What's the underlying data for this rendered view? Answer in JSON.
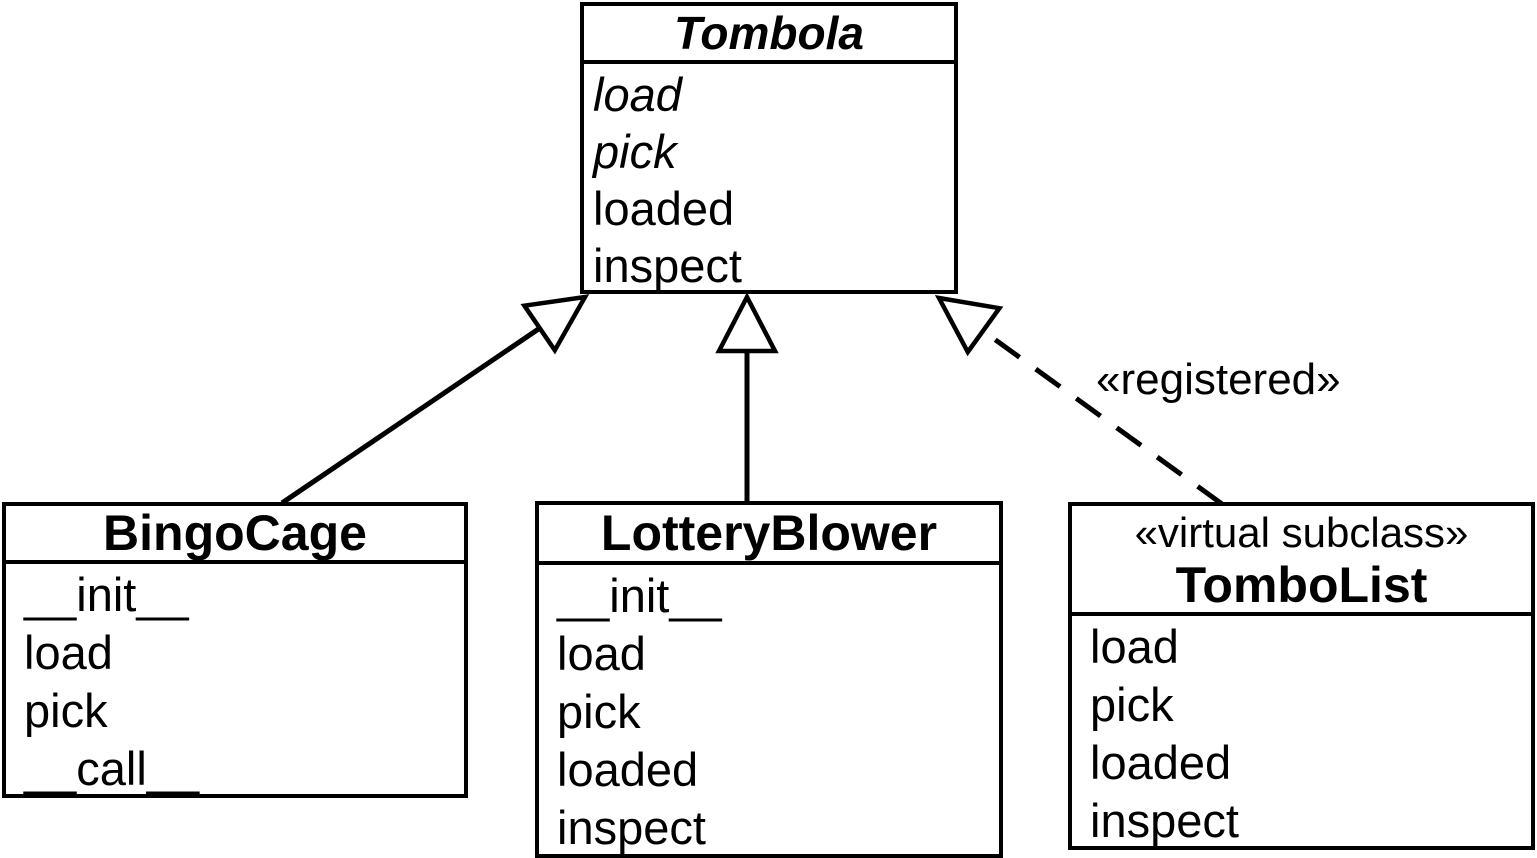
{
  "diagram": {
    "background_color": "#ffffff",
    "line_color": "#000000",
    "classes": {
      "tombola": {
        "name": "Tombola",
        "abstract": true,
        "methods": [
          "load",
          "pick",
          "loaded",
          "inspect"
        ],
        "abstract_methods": [
          "load",
          "pick"
        ]
      },
      "bingocage": {
        "name": "BingoCage",
        "methods": [
          "__init__",
          "load",
          "pick",
          "__call__"
        ]
      },
      "lotteryblower": {
        "name": "LotteryBlower",
        "methods": [
          "__init__",
          "load",
          "pick",
          "loaded",
          "inspect"
        ]
      },
      "tombolist": {
        "name": "TomboList",
        "stereotype": "«virtual subclass»",
        "methods": [
          "load",
          "pick",
          "loaded",
          "inspect"
        ]
      }
    },
    "relationships": {
      "bingocage_inherits_tombola": "inheritance",
      "lotteryblower_inherits_tombola": "inheritance",
      "tombolist_registered_tombola": "virtual-inheritance",
      "registered_label": "«registered»"
    }
  }
}
